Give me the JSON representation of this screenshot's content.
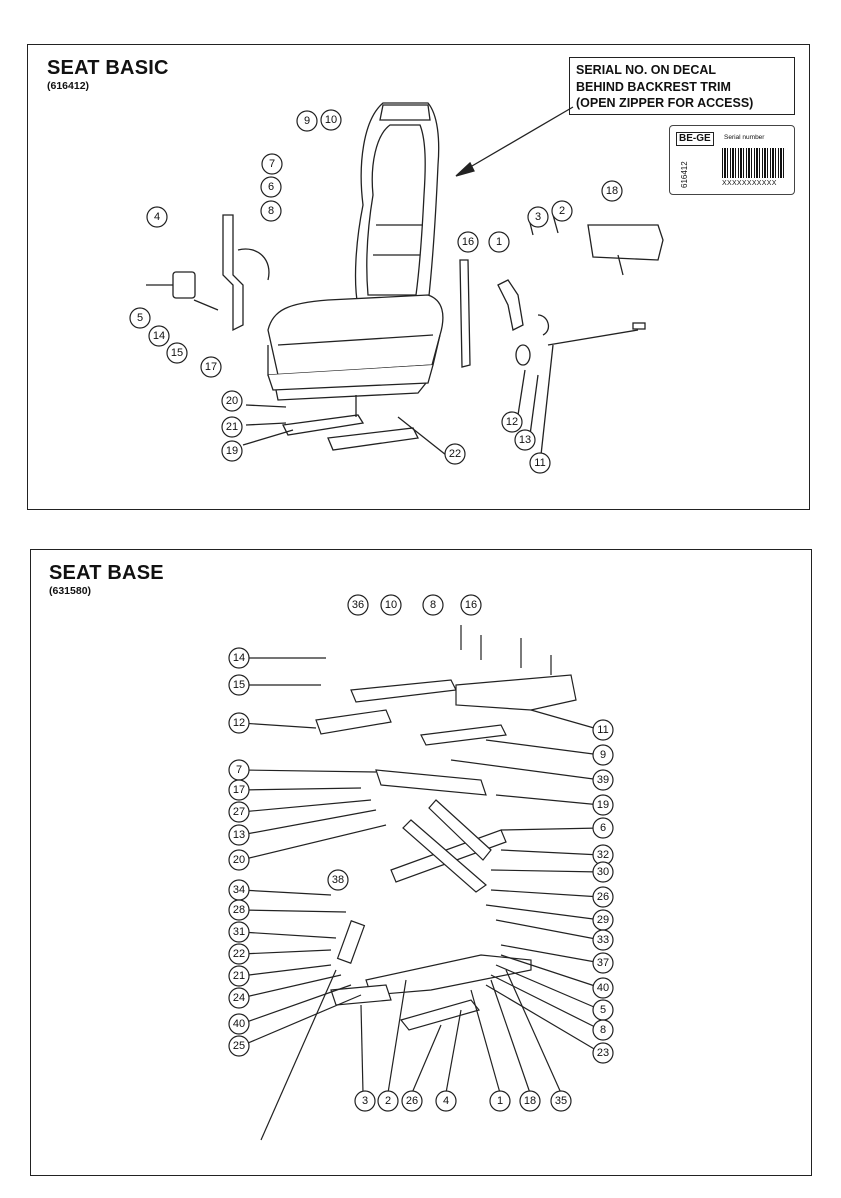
{
  "panel1": {
    "title": "SEAT BASIC",
    "part_number": "(616412)",
    "serial_note": [
      "SERIAL NO. ON DECAL",
      "BEHIND BACKREST TRIM",
      "(OPEN ZIPPER FOR ACCESS)"
    ],
    "decal": {
      "brand": "BE-GE",
      "serial_label": "Serial number",
      "part": "616412",
      "serial_value": "XXXXXXXXXXX"
    },
    "callouts": [
      "9",
      "10",
      "7",
      "6",
      "8",
      "4",
      "5",
      "14",
      "15",
      "17",
      "16",
      "1",
      "3",
      "2",
      "18",
      "20",
      "21",
      "19",
      "22",
      "12",
      "13",
      "11"
    ]
  },
  "panel2": {
    "title": "SEAT BASE",
    "part_number": "(631580)",
    "callouts": [
      "36",
      "10",
      "8",
      "16",
      "14",
      "15",
      "12",
      "11",
      "9",
      "7",
      "39",
      "17",
      "19",
      "27",
      "13",
      "6",
      "20",
      "32",
      "30",
      "34",
      "38",
      "26",
      "28",
      "29",
      "31",
      "33",
      "22",
      "37",
      "21",
      "40",
      "24",
      "5",
      "40",
      "8",
      "25",
      "23",
      "3",
      "2",
      "26",
      "4",
      "1",
      "18",
      "35"
    ]
  }
}
